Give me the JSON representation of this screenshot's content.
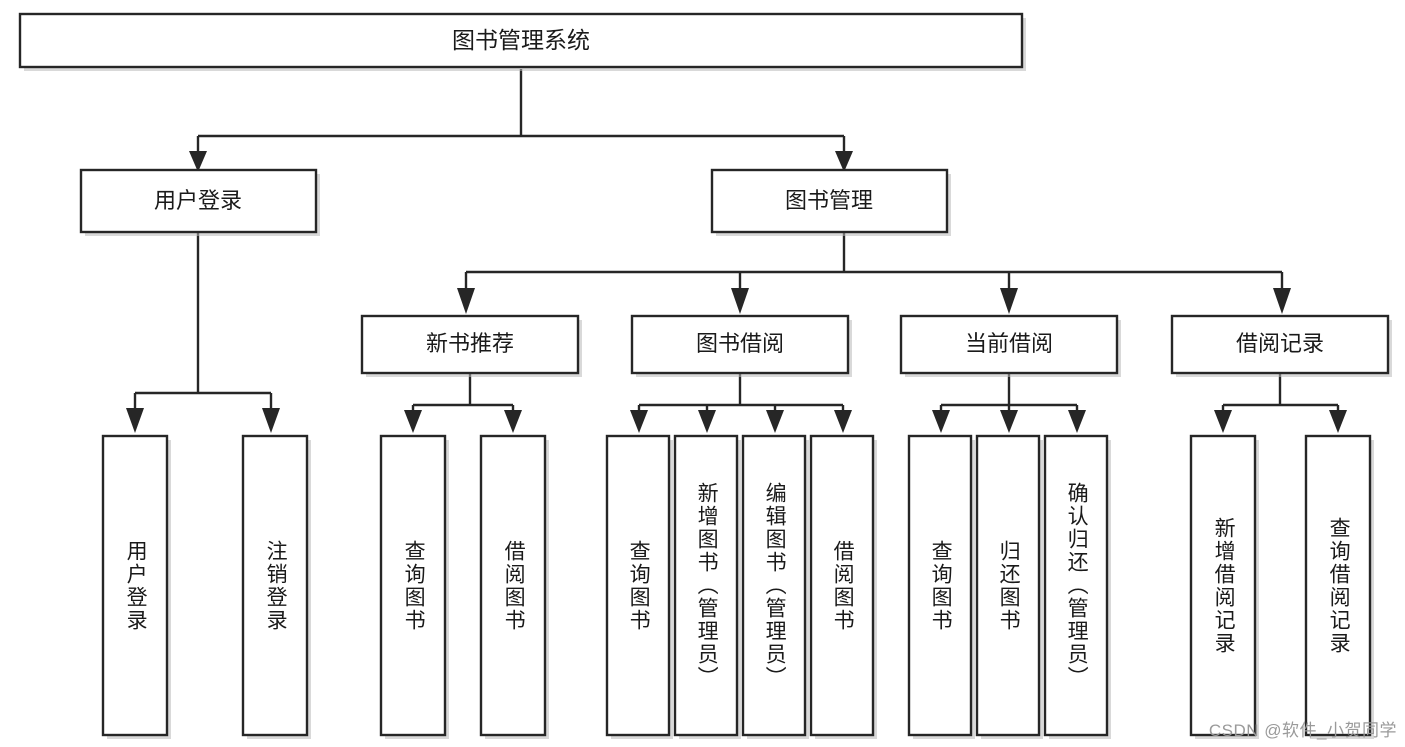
{
  "diagram": {
    "title": "图书管理系统",
    "type": "tree",
    "watermark": "CSDN @软件_小贺同学",
    "colors": {
      "stroke": "#262626",
      "fill": "#ffffff",
      "text": "#1a1a1a",
      "watermark": "#9a9a9a"
    },
    "levels": {
      "root": {
        "label": "图书管理系统"
      },
      "level2": [
        {
          "label": "用户登录"
        },
        {
          "label": "图书管理"
        }
      ],
      "level3": [
        {
          "label": "新书推荐"
        },
        {
          "label": "图书借阅"
        },
        {
          "label": "当前借阅"
        },
        {
          "label": "借阅记录"
        }
      ],
      "leaves": [
        {
          "label": "用户登录",
          "parent": "用户登录"
        },
        {
          "label": "注销登录",
          "parent": "用户登录"
        },
        {
          "label": "查询图书",
          "parent": "新书推荐"
        },
        {
          "label": "借阅图书",
          "parent": "新书推荐"
        },
        {
          "label": "查询图书",
          "parent": "图书借阅"
        },
        {
          "label": "新增图书（管理员）",
          "parent": "图书借阅"
        },
        {
          "label": "编辑图书（管理员）",
          "parent": "图书借阅"
        },
        {
          "label": "借阅图书",
          "parent": "图书借阅"
        },
        {
          "label": "查询图书",
          "parent": "当前借阅"
        },
        {
          "label": "归还图书",
          "parent": "当前借阅"
        },
        {
          "label": "确认归还（管理员）",
          "parent": "当前借阅"
        },
        {
          "label": "新增借阅记录",
          "parent": "借阅记录"
        },
        {
          "label": "查询借阅记录",
          "parent": "借阅记录"
        }
      ]
    }
  }
}
